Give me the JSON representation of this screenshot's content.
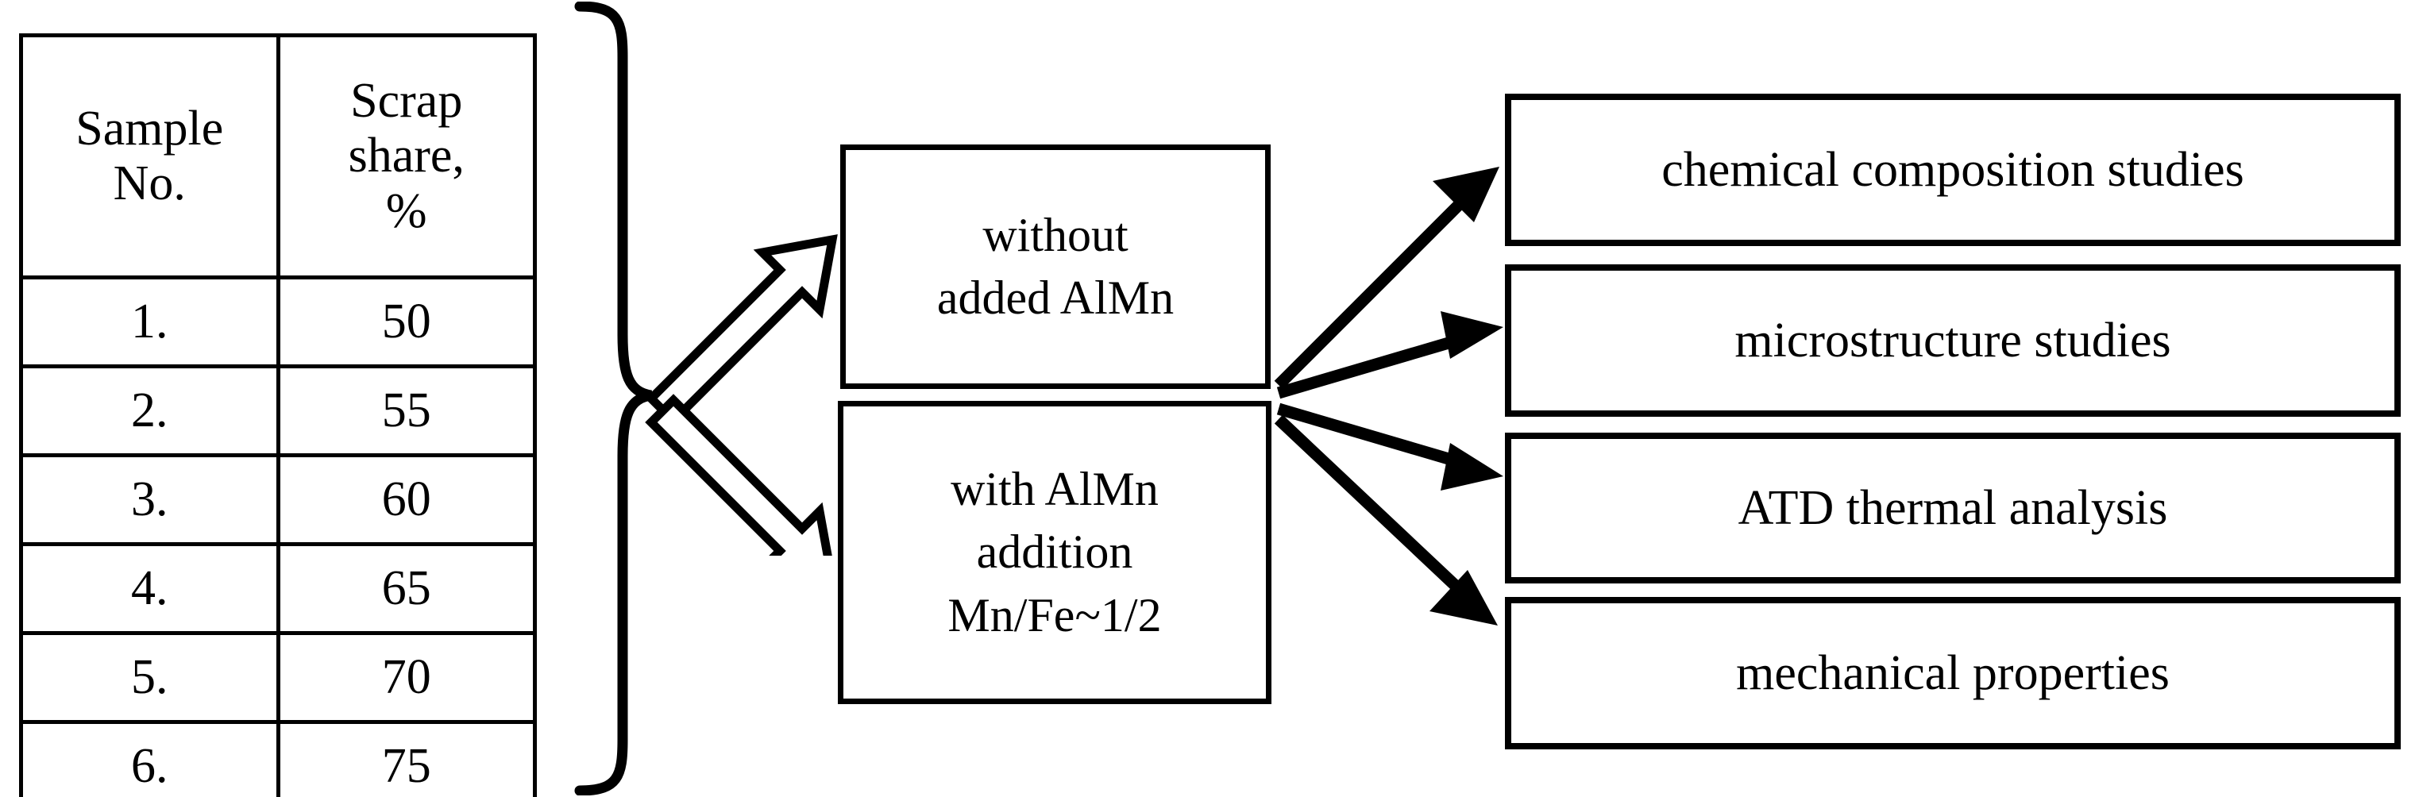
{
  "diagram": {
    "title": "Research plan flow diagram",
    "stroke_color": "#000000",
    "background_color": "#ffffff"
  },
  "table": {
    "headers": {
      "sample_no": [
        "Sample",
        "No."
      ],
      "scrap_share": [
        "Scrap",
        "share,",
        "%"
      ]
    },
    "rows": [
      {
        "no": "1.",
        "share": "50"
      },
      {
        "no": "2.",
        "share": "55"
      },
      {
        "no": "3.",
        "share": "60"
      },
      {
        "no": "4.",
        "share": "65"
      },
      {
        "no": "5.",
        "share": "70"
      },
      {
        "no": "6.",
        "share": "75"
      }
    ]
  },
  "brace": {
    "icon": "right-curly-brace-icon",
    "orientation": "opens-left"
  },
  "hollow_arrows": [
    {
      "icon": "hollow-arrow-up-right-icon",
      "target": "without added AlMn"
    },
    {
      "icon": "hollow-arrow-down-right-icon",
      "target": "with AlMn addition Mn/Fe~1/2"
    }
  ],
  "variants": [
    {
      "id": "without",
      "lines": [
        "without",
        "added AlMn"
      ]
    },
    {
      "id": "with",
      "lines": [
        "with AlMn",
        "addition",
        "Mn/Fe~1/2"
      ]
    }
  ],
  "fan_arrows": [
    {
      "icon": "solid-arrow-up-right-icon",
      "target": "chemical composition studies"
    },
    {
      "icon": "solid-arrow-right-icon",
      "target": "microstructure studies"
    },
    {
      "icon": "solid-arrow-down-right-icon",
      "target": "ATD thermal analysis"
    },
    {
      "icon": "solid-arrow-down-right-icon",
      "target": "mechanical properties"
    }
  ],
  "studies": [
    {
      "label": "chemical composition studies"
    },
    {
      "label": "microstructure studies"
    },
    {
      "label": "ATD thermal analysis"
    },
    {
      "label": "mechanical properties"
    }
  ],
  "chart_data": {
    "type": "table",
    "title": "Sample scrap share",
    "columns": [
      "Sample No.",
      "Scrap share, %"
    ],
    "categories": [
      "1.",
      "2.",
      "3.",
      "4.",
      "5.",
      "6."
    ],
    "values": [
      50,
      55,
      60,
      65,
      70,
      75
    ],
    "xlabel": "Sample No.",
    "ylabel": "Scrap share, %",
    "ylim": [
      50,
      75
    ]
  }
}
